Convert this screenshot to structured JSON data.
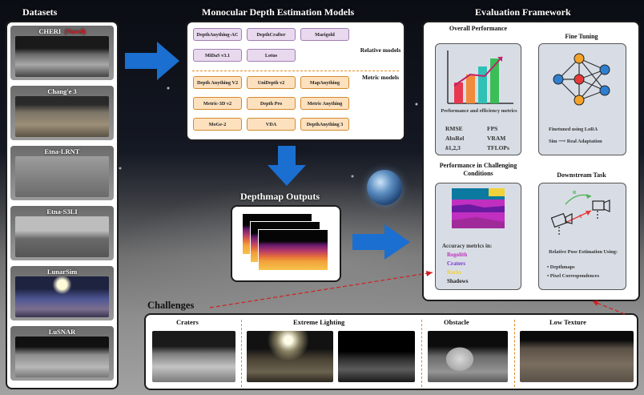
{
  "headers": {
    "datasets": "Datasets",
    "models": "Monocular Depth Estimation Models",
    "evaluation": "Evaluation Framework",
    "depthmap": "Depthmap Outputs",
    "challenges": "Challenges"
  },
  "datasets": [
    {
      "name": "CHERI",
      "tag": "(Novel)"
    },
    {
      "name": "Chang'e 3",
      "tag": ""
    },
    {
      "name": "Etna-LRNT",
      "tag": ""
    },
    {
      "name": "Etna-S3LI",
      "tag": ""
    },
    {
      "name": "LunarSim",
      "tag": ""
    },
    {
      "name": "LuSNAR",
      "tag": ""
    }
  ],
  "relative_models": [
    "DepthAnything-AC",
    "DepthCrafter",
    "Marigold",
    "MiDaS v3.1",
    "Lotus"
  ],
  "relative_label": "Relative models",
  "metric_models": [
    "Depth Anything V2",
    "UniDepth v2",
    "MapAnything",
    "Metric-3D v2",
    "Depth Pro",
    "Metric Anything",
    "MoGe-2",
    "VDA",
    "DepthAnything 3"
  ],
  "metric_label": "Metric models",
  "evaluation": {
    "overall": {
      "title": "Overall Performance",
      "subtitle": "Performance and efficiency metrics",
      "metrics_left": [
        "RMSE",
        "AbsRel",
        "δ1,2,3"
      ],
      "metrics_right": [
        "FPS",
        "VRAM",
        "TFLOPs"
      ]
    },
    "finetune": {
      "title": "Fine Tuning",
      "line1": "Finetuned using LoRA",
      "line2_a": "Sim",
      "line2_b": "Real Adaptation"
    },
    "challenging": {
      "title": "Performance in Challenging Conditions",
      "intro": "Accuracy metrics in:",
      "items": [
        {
          "label": "Regolith",
          "color": "#c02fc0"
        },
        {
          "label": "Craters",
          "color": "#7a2fd0"
        },
        {
          "label": "Rocks",
          "color": "#f2d23a"
        },
        {
          "label": "Shadows",
          "color": "#222222"
        }
      ]
    },
    "downstream": {
      "title": "Downstream Task",
      "desc": "Relative Pose Estimation Using:",
      "bullets": [
        "Depthmaps",
        "Pixel Correspondences"
      ],
      "labels": {
        "rot": "R",
        "trans": "T"
      }
    }
  },
  "challenges": [
    {
      "label": "Craters"
    },
    {
      "label": "Extreme Lighting"
    },
    {
      "label": "Obstacle"
    },
    {
      "label": "Low Texture"
    }
  ],
  "colors": {
    "arrow": "#1a6fd0",
    "relative_fill": "#e9d9ef",
    "metric_fill": "#fde1bf",
    "dashed": "#e08a2a",
    "challenge_line": "#d22020"
  }
}
